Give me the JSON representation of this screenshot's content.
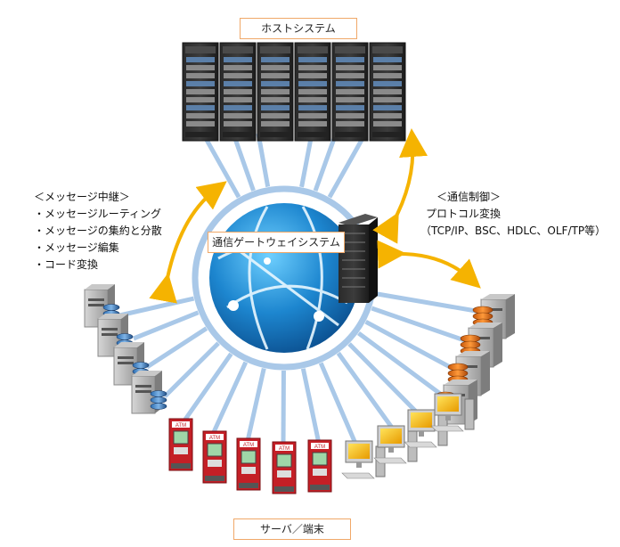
{
  "host_label": "ホストシステム",
  "gateway_label": "通信ゲートウェイシステム",
  "terminal_label": "サーバ／端末",
  "left_panel": {
    "heading": "＜メッセージ中継＞",
    "items": [
      "・メッセージルーティング",
      "・メッセージの集約と分散",
      "・メッセージ編集",
      "・コード変換"
    ]
  },
  "right_panel": {
    "heading": "＜通信制御＞",
    "line1": "プロトコル変換",
    "line2": "（TCP/IP、BSC、HDLC、OLF/TP等）"
  },
  "atm_text": "ATM",
  "colors": {
    "line": "#a9c8e8",
    "arrow": "#f5b301",
    "box_border": "#f0a868",
    "globe": "#2a8fd4"
  }
}
